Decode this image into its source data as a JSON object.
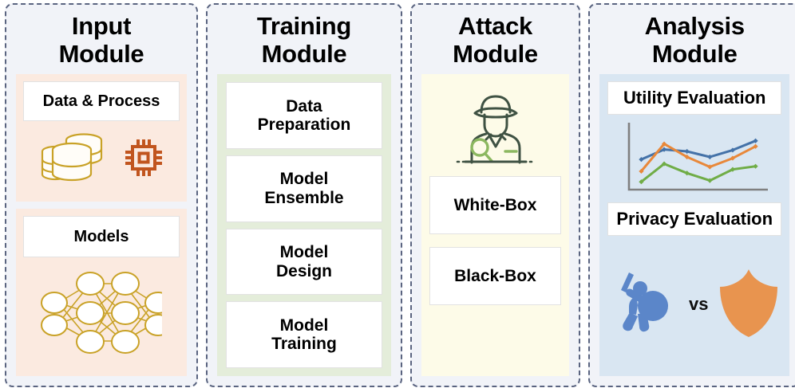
{
  "modules": [
    {
      "id": "input",
      "title": "Input\nModule",
      "panel_color": "#fbeae0",
      "groups": [
        {
          "label": "Data & Process",
          "icons": [
            "database-stack-icon",
            "cpu-chip-icon"
          ]
        },
        {
          "label": "Models",
          "icons": [
            "neural-network-icon"
          ]
        }
      ]
    },
    {
      "id": "training",
      "title": "Training\nModule",
      "panel_color": "#e4edda",
      "items": [
        {
          "label": "Data\nPreparation"
        },
        {
          "label": "Model\nEnsemble"
        },
        {
          "label": "Model\nDesign"
        },
        {
          "label": "Model\nTraining"
        }
      ]
    },
    {
      "id": "attack",
      "title": "Attack\nModule",
      "panel_color": "#fdfbe8",
      "icon": "detective-spy-icon",
      "items": [
        {
          "label": "White-Box"
        },
        {
          "label": "Black-Box"
        }
      ]
    },
    {
      "id": "analysis",
      "title": "Analysis\nModule",
      "panel_color": "#d9e6f2",
      "groups": [
        {
          "label": "Utility Evaluation",
          "icons": [
            "line-chart-icon"
          ]
        },
        {
          "label": "Privacy Evaluation",
          "icons": [
            "attacker-figure-icon",
            "shield-icon"
          ],
          "separator": "vs"
        }
      ]
    }
  ],
  "colors": {
    "module_background": "#f1f3f8",
    "module_border": "#5a6480",
    "card_background": "#ffffff",
    "text": "#000000",
    "gold": "#c9a227",
    "rust": "#c1551e",
    "detective_dark": "#3f5243",
    "detective_light": "#8cb860",
    "chart_blue": "#4472a8",
    "chart_orange": "#e8883a",
    "chart_green": "#70ad47",
    "figure_blue": "#5b86c9",
    "shield_orange": "#e8944f"
  },
  "chart_data": {
    "type": "line",
    "title": "Utility Evaluation",
    "xlabel": "",
    "ylabel": "",
    "grid": false,
    "legend": "none",
    "x": [
      1,
      2,
      3,
      4,
      5,
      6
    ],
    "xlim": [
      0.6,
      6.4
    ],
    "ylim": [
      0,
      10
    ],
    "series": [
      {
        "name": "series-blue",
        "color": "#4472a8",
        "values": [
          4.6,
          6.2,
          5.9,
          5.0,
          6.1,
          7.6
        ]
      },
      {
        "name": "series-orange",
        "color": "#e8883a",
        "values": [
          2.7,
          7.1,
          5.0,
          3.4,
          4.8,
          6.7
        ]
      },
      {
        "name": "series-green",
        "color": "#70ad47",
        "values": [
          1.0,
          3.9,
          2.4,
          1.2,
          3.0,
          3.5
        ]
      }
    ]
  }
}
